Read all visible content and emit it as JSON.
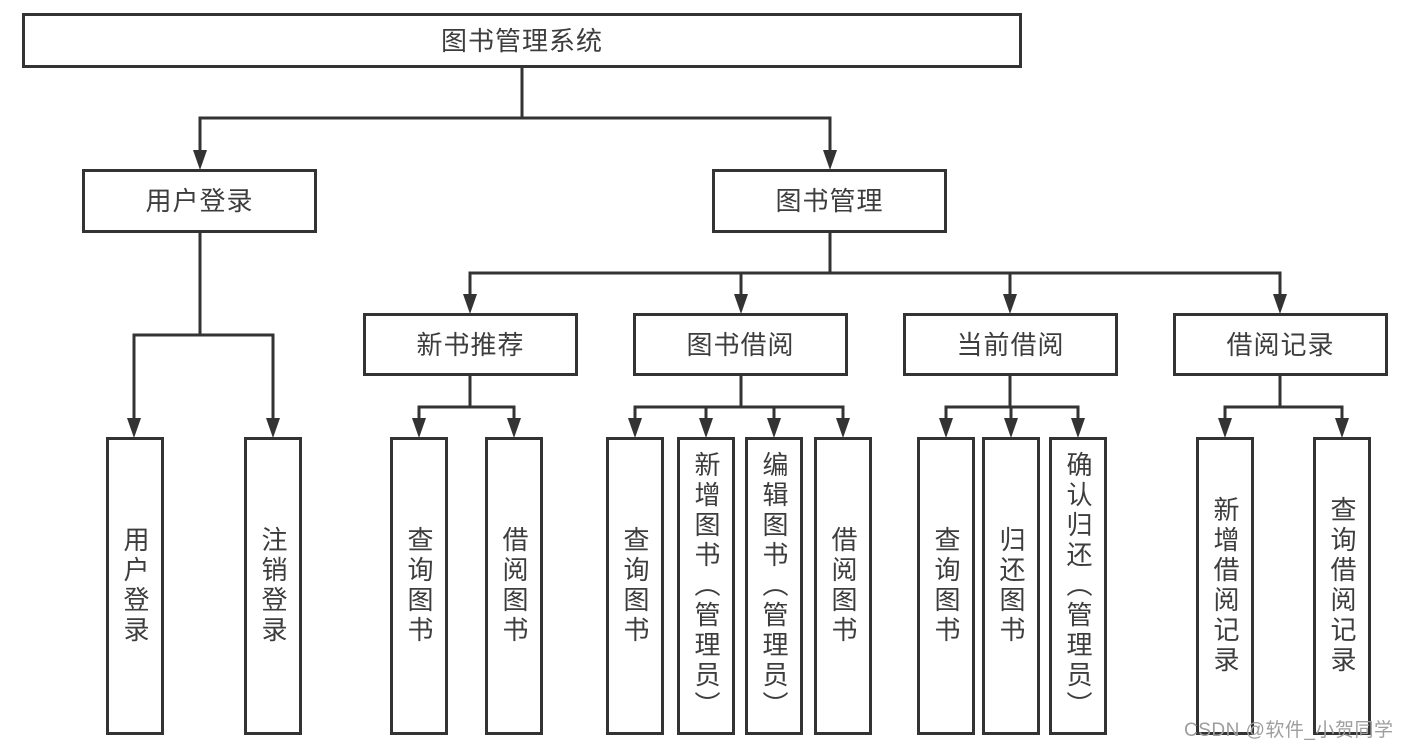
{
  "diagram": {
    "root": {
      "label": "图书管理系统"
    },
    "level2": [
      {
        "label": "用户登录",
        "children": [
          "用户登录",
          "注销登录"
        ]
      },
      {
        "label": "图书管理",
        "children": [
          {
            "label": "新书推荐",
            "children": [
              "查询图书",
              "借阅图书"
            ]
          },
          {
            "label": "图书借阅",
            "children": [
              "查询图书",
              "新增图书（管理员）",
              "编辑图书（管理员）",
              "借阅图书"
            ]
          },
          {
            "label": "当前借阅",
            "children": [
              "查询图书",
              "归还图书",
              "确认归还（管理员）"
            ]
          },
          {
            "label": "借阅记录",
            "children": [
              "新增借阅记录",
              "查询借阅记录"
            ]
          }
        ]
      }
    ]
  },
  "watermark": {
    "text": "CSDN @软件_小贺同学"
  },
  "colors": {
    "line": "#333333",
    "text": "#3d3d3d",
    "watermark": "#9e9e9e",
    "background": "#ffffff"
  }
}
